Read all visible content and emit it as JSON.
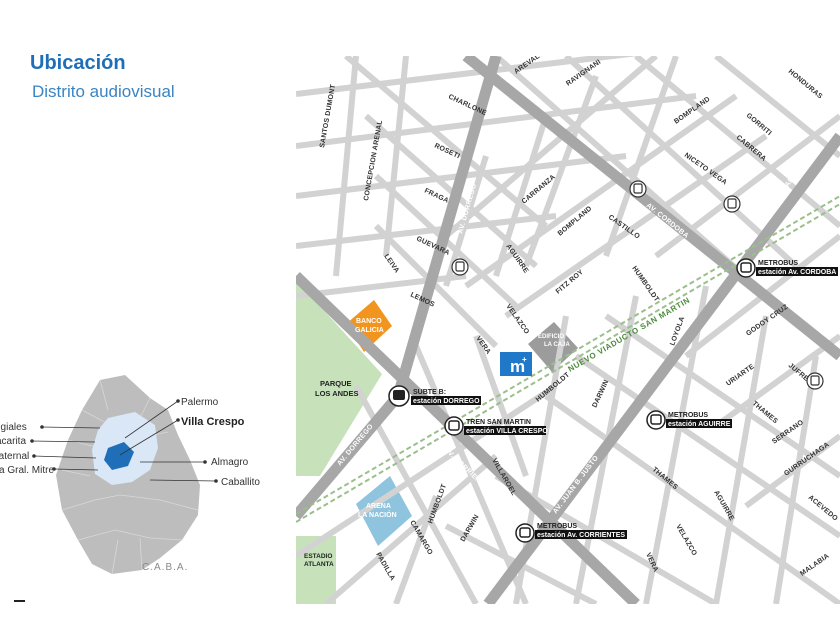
{
  "header": {
    "title": "Ubicación",
    "subtitle": "Distrito audiovisual"
  },
  "inset": {
    "caption": "C.A.B.A.",
    "neighborhoods_left": [
      "egiales",
      "acarita",
      "Paternal",
      "a Gral. Mitre"
    ],
    "neighborhoods_right": [
      "Palermo",
      "Villa Crespo",
      "Almagro",
      "Caballito"
    ],
    "colors": {
      "city": "#bdbdbd",
      "zone": "#d9e7f7",
      "highlight": "#1f6fb8"
    }
  },
  "map": {
    "streets": {
      "arevalo": "AREVALO",
      "ravignani": "RAVIGNANI",
      "honduras": "HONDURAS",
      "charlone": "CHARLONE",
      "bompland1": "BOMPLAND",
      "gorriti": "GORRITI",
      "santos_dumont": "SANTOS DUMONT",
      "cabrera": "CABRERA",
      "roseti": "ROSETI",
      "concepcion_arenal": "CONCEPCION ARENAL",
      "niceto_vega": "NICETO VEGA",
      "carranza": "CARRANZA",
      "fraga": "FRAGA",
      "castillo": "CASTILLO",
      "bompland2": "BOMPLAND",
      "guevara": "GUEVARA",
      "aguirre1": "AGUIRRE",
      "leiva": "LEIVA",
      "humboldt1": "HUMBOLDT",
      "fitz_roy": "FITZ ROY",
      "lemos": "LEMOS",
      "velazco1": "VELAZCO",
      "vera1": "VERA",
      "godoy_cruz": "GODOY CRUZ",
      "loyola": "LOYOLA",
      "jufre": "JUFRE",
      "uriarte": "URIARTE",
      "humboldt2": "HUMBOLDT",
      "darwin1": "DARWIN",
      "thames1": "THAMES",
      "serrano": "SERRANO",
      "gurruchaga": "GURRUCHAGA",
      "villaroel": "VILLAROEL",
      "thames2": "THAMES",
      "aguirre2": "AGUIRRE",
      "acevedo": "ACEVEDO",
      "humboldt3": "HUMBOLDT",
      "camargo": "CAMARGO",
      "darwin2": "DARWIN",
      "velazco2": "VELAZCO",
      "vera2": "VERA",
      "padilla": "PADILLA",
      "malabia": "MALABIA"
    },
    "avenues": {
      "cordoba": "AV. CORDOBA",
      "juan_b_justo_top": "AV. JUAN B. JUSTO",
      "dorrego_north": "AV. DORREGO",
      "dorrego_west": "AV. DORREGO",
      "corrientes": "AV. CORRIENTES",
      "juan_b_justo_bottom": "AV. JUAN B. JUSTO"
    },
    "rail_label": "NUEVO VIADUCTO SAN MARTIN",
    "places": {
      "banco_galicia": [
        "BANCO",
        "GALICIA"
      ],
      "edificio_la_caja": [
        "EDIFICIO",
        "LA CAJA"
      ],
      "parque_los_andes": [
        "PARQUE",
        "LOS ANDES"
      ],
      "arena_la_nacion": [
        "ARENA",
        "LA NACIÓN"
      ],
      "estadio_atlanta": [
        "ESTADIO",
        "ATLANTA"
      ]
    },
    "stations": {
      "subte": {
        "line1": "SUBTE B:",
        "line2": "estación DORREGO"
      },
      "tren": {
        "line1": "TREN SAN MARTIN",
        "line2": "estación VILLA CRESPO"
      },
      "metrobus_cordoba": {
        "line1": "METROBUS",
        "line2": "estación Av. CORDOBA"
      },
      "metrobus_aguirre": {
        "line1": "METROBUS",
        "line2": "estación AGUIRRE"
      },
      "metrobus_corrientes": {
        "line1": "METROBUS",
        "line2": "estación Av. CORRIENTES"
      }
    },
    "project_marker": "m",
    "colors": {
      "street": "#d0d0d0",
      "avenue": "#a5a5a5",
      "park": "#c7e2bb",
      "arena": "#8ec4de",
      "banco": "#f2951e",
      "la_caja": "#9c9c9c",
      "marker": "#1f78c8",
      "rail": "#6aa85a"
    }
  }
}
